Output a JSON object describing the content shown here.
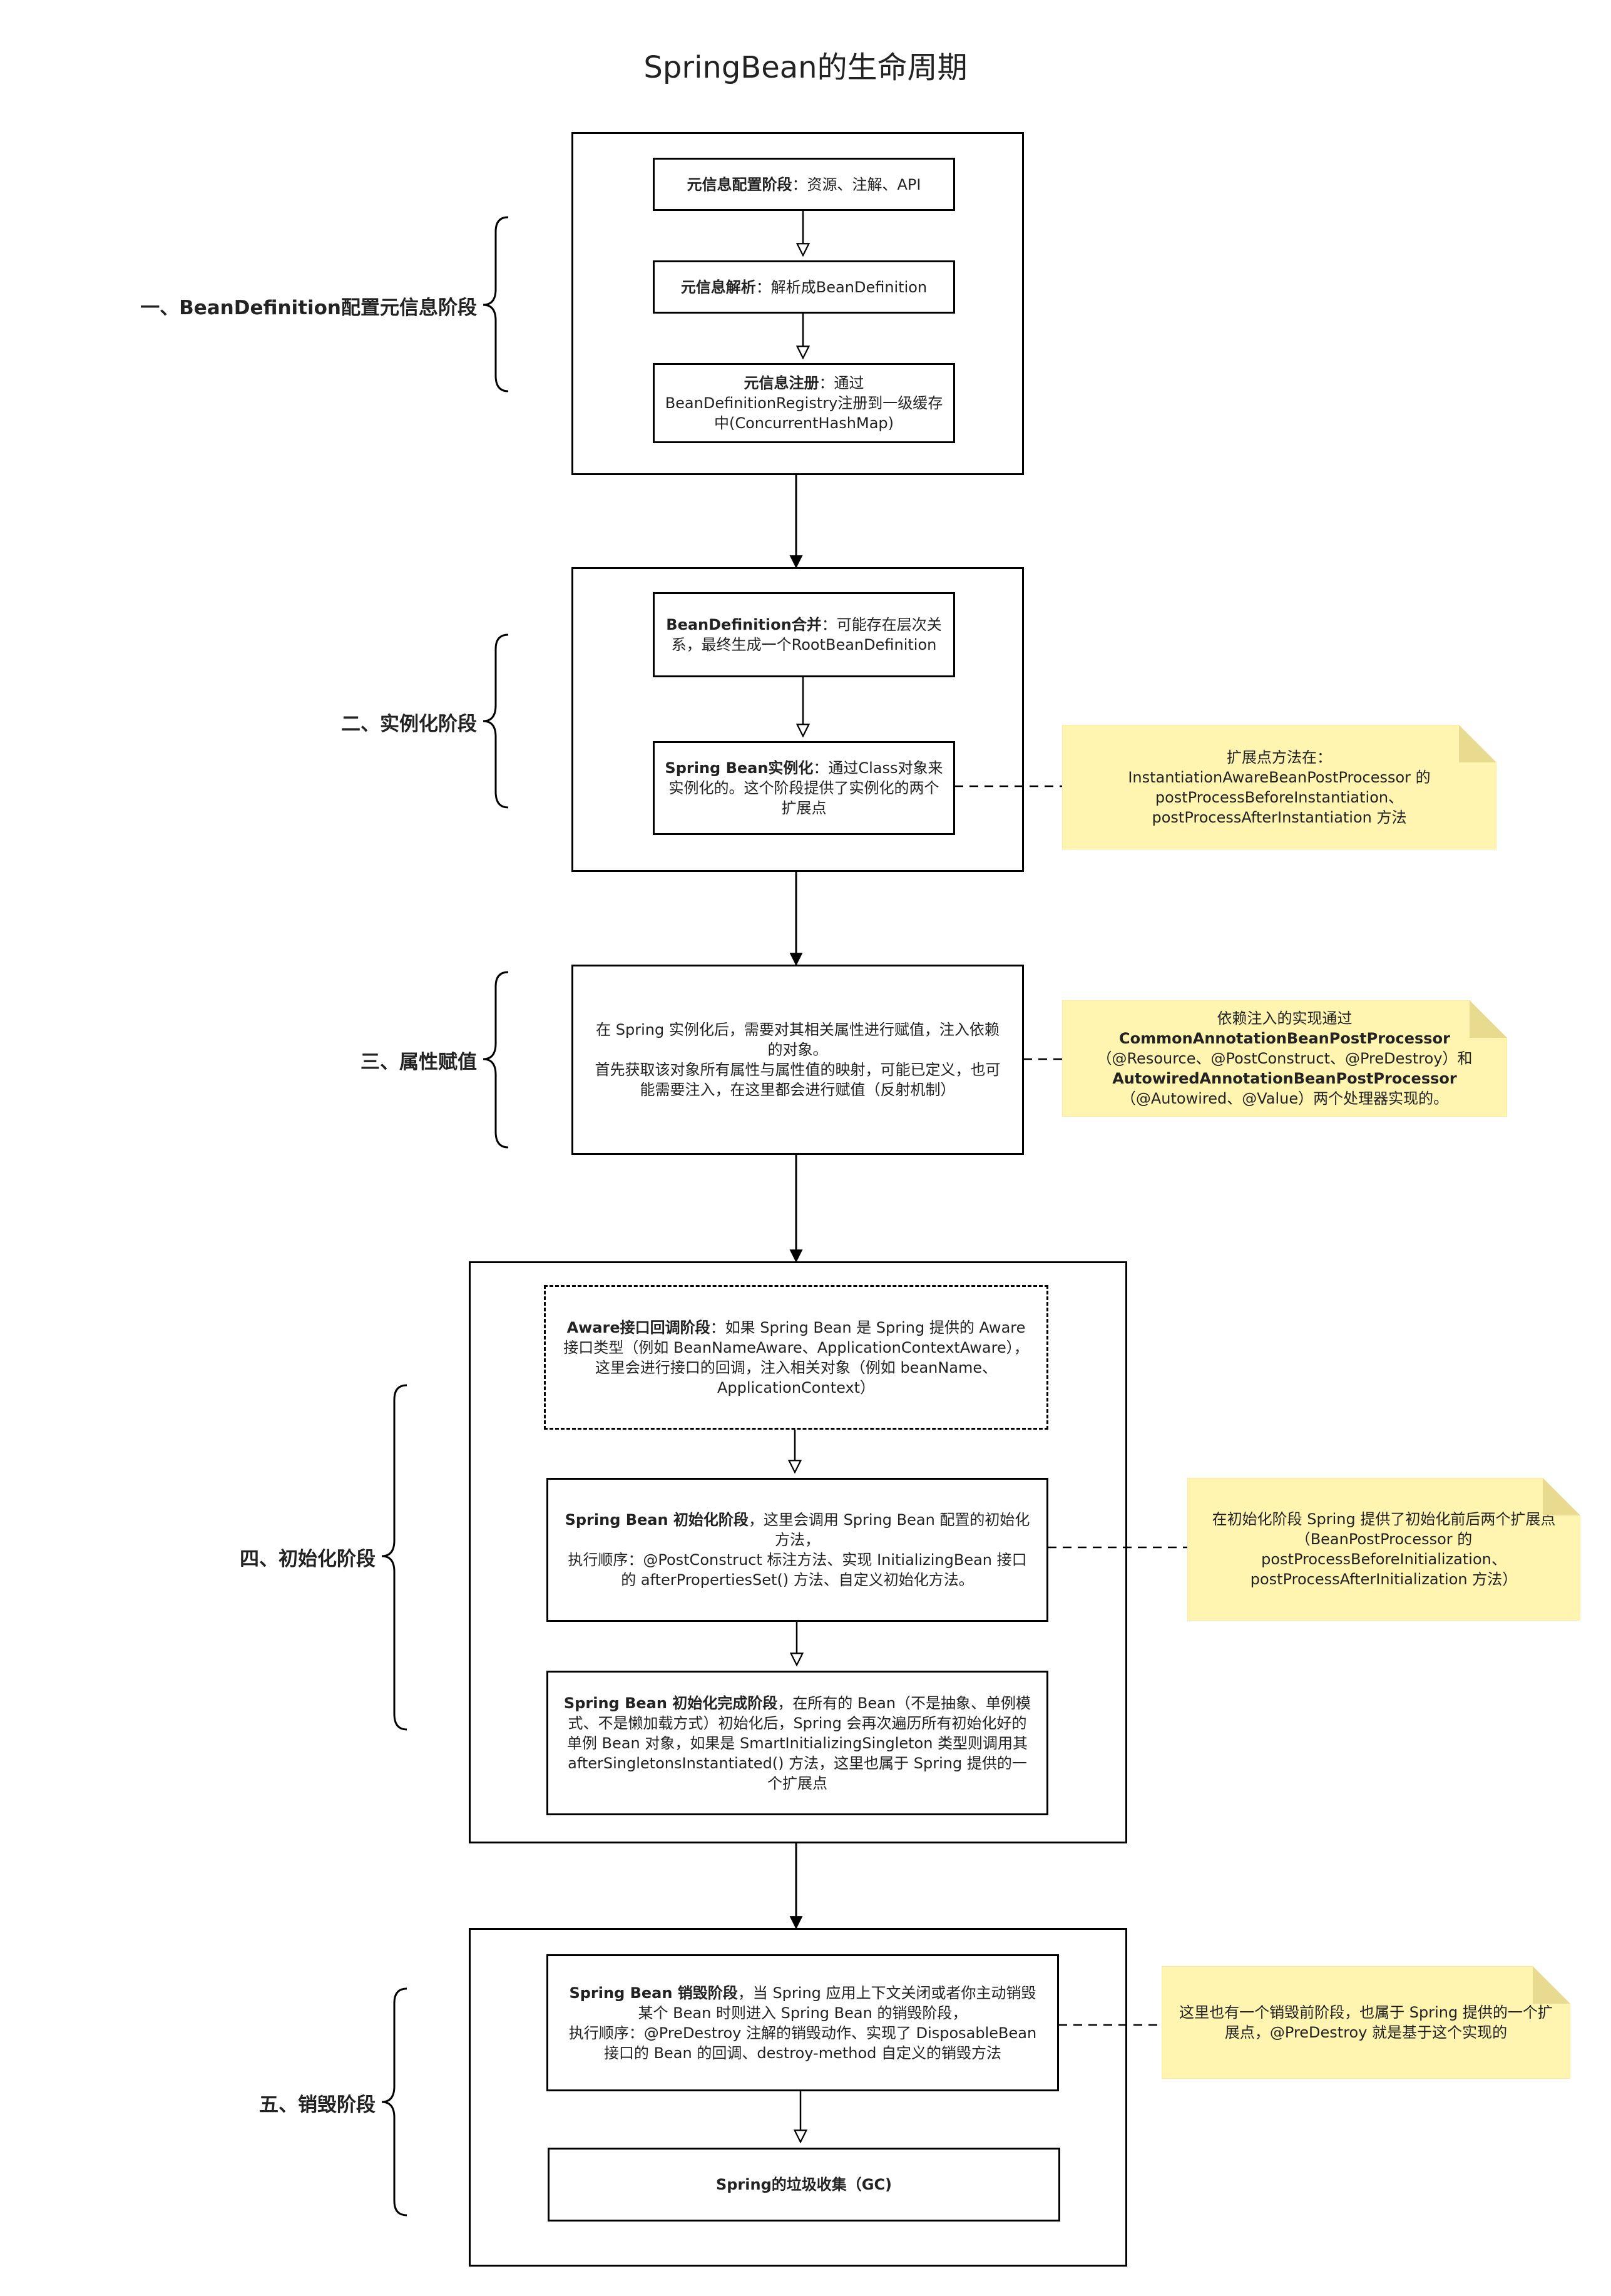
{
  "title": "SpringBean的生命周期",
  "stages": [
    {
      "label": "一、BeanDefinition配置元信息阶段"
    },
    {
      "label": "二、实例化阶段"
    },
    {
      "label": "三、属性赋值"
    },
    {
      "label": "四、初始化阶段"
    },
    {
      "label": "五、销毁阶段"
    }
  ],
  "steps": {
    "meta_config": {
      "bold": "元信息配置阶段",
      "text": "：资源、注解、API"
    },
    "meta_parse": {
      "bold": "元信息解析",
      "text": "：解析成BeanDefinition"
    },
    "meta_register": {
      "bold": "元信息注册",
      "text": "：通过BeanDefinitionRegistry注册到一级缓存中(ConcurrentHashMap)"
    },
    "bd_merge": {
      "bold": "BeanDefinition合并",
      "text": "：可能存在层次关系，最终生成一个RootBeanDefinition"
    },
    "instantiate": {
      "bold": "Spring Bean实例化",
      "text": "：通过Class对象来实例化的。这个阶段提供了实例化的两个扩展点"
    },
    "populate": {
      "line1": "在 Spring 实例化后，需要对其相关属性进行赋值，注入依赖的对象。",
      "line2": "首先获取该对象所有属性与属性值的映射，可能已定义，也可能需要注入，在这里都会进行赋值（反射机制）"
    },
    "aware": {
      "bold": "Aware接口回调阶段",
      "text": "：如果 Spring Bean 是 Spring 提供的 Aware 接口类型（例如 BeanNameAware、ApplicationContextAware），这里会进行接口的回调，注入相关对象（例如 beanName、ApplicationContext）"
    },
    "init": {
      "bold": "Spring Bean 初始化阶段",
      "text": "，这里会调用 Spring Bean 配置的初始化方法，",
      "line2": "执行顺序：@PostConstruct 标注方法、实现 InitializingBean 接口的 afterPropertiesSet() 方法、自定义初始化方法。"
    },
    "init_done": {
      "bold": "Spring Bean 初始化完成阶段",
      "text": "，在所有的 Bean（不是抽象、单例模式、不是懒加载方式）初始化后，Spring 会再次遍历所有初始化好的单例 Bean 对象，如果是 SmartInitializingSingleton 类型则调用其 afterSingletonsInstantiated() 方法，这里也属于 Spring 提供的一个扩展点"
    },
    "destroy": {
      "bold": "Spring Bean 销毁阶段",
      "text": "，当 Spring 应用上下文关闭或者你主动销毁某个 Bean 时则进入 Spring Bean 的销毁阶段，",
      "line2": "执行顺序：@PreDestroy 注解的销毁动作、实现了 DisposableBean 接口的 Bean 的回调、destroy-method 自定义的销毁方法"
    },
    "gc": {
      "bold": "Spring的垃圾收集（GC)"
    }
  },
  "notes": {
    "instantiation": {
      "line1": "扩展点方法在：",
      "line2": "InstantiationAwareBeanPostProcessor 的",
      "line3": "postProcessBeforeInstantiation、",
      "line4": "postProcessAfterInstantiation 方法"
    },
    "injection": {
      "line1": "依赖注入的实现通过",
      "line2": "CommonAnnotationBeanPostProcessor",
      "line3": "（@Resource、@PostConstruct、@PreDestroy）和",
      "line4": "AutowiredAnnotationBeanPostProcessor",
      "line5": "（@Autowired、@Value）两个处理器实现的。"
    },
    "initialization": {
      "line1": "在初始化阶段 Spring 提供了初始化前后两个扩展点（BeanPostProcessor 的",
      "line2": "postProcessBeforeInitialization、",
      "line3": "postProcessAfterInitialization 方法）"
    },
    "destroy": {
      "line1": "这里也有一个销毁前阶段，也属于 Spring 提供的一个扩展点，@PreDestroy 就是基于这个实现的"
    }
  },
  "colors": {
    "note_fill": "#fff4b0",
    "stroke": "#000000"
  }
}
